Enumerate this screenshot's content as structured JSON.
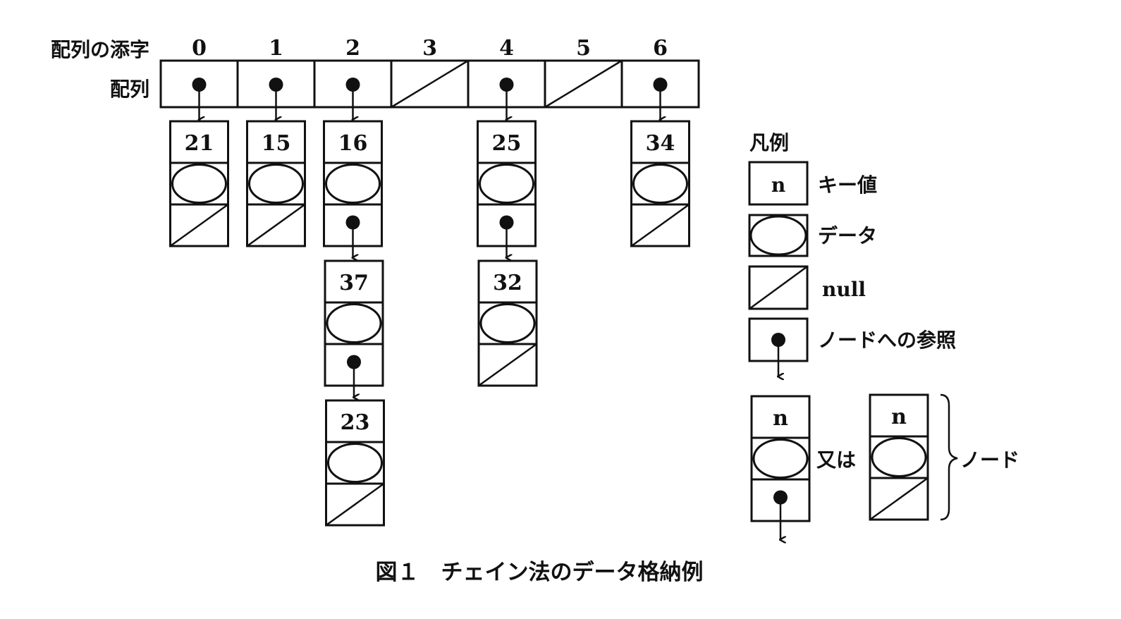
{
  "labels": {
    "index_label": "配列の添字",
    "array_label": "配列"
  },
  "array": {
    "indices": [
      "0",
      "1",
      "2",
      "3",
      "4",
      "5",
      "6"
    ],
    "chains": [
      [
        "21"
      ],
      [
        "15"
      ],
      [
        "16",
        "37",
        "23"
      ],
      [],
      [
        "25",
        "32"
      ],
      [],
      [
        "34"
      ]
    ]
  },
  "legend": {
    "title": "凡例",
    "key_sample": "n",
    "key_label": "キー値",
    "data_label": "データ",
    "null_label": "null",
    "ref_label": "ノードへの参照",
    "or_label": "又は",
    "node_label": "ノード"
  },
  "caption": "図１　チェイン法のデータ格納例"
}
